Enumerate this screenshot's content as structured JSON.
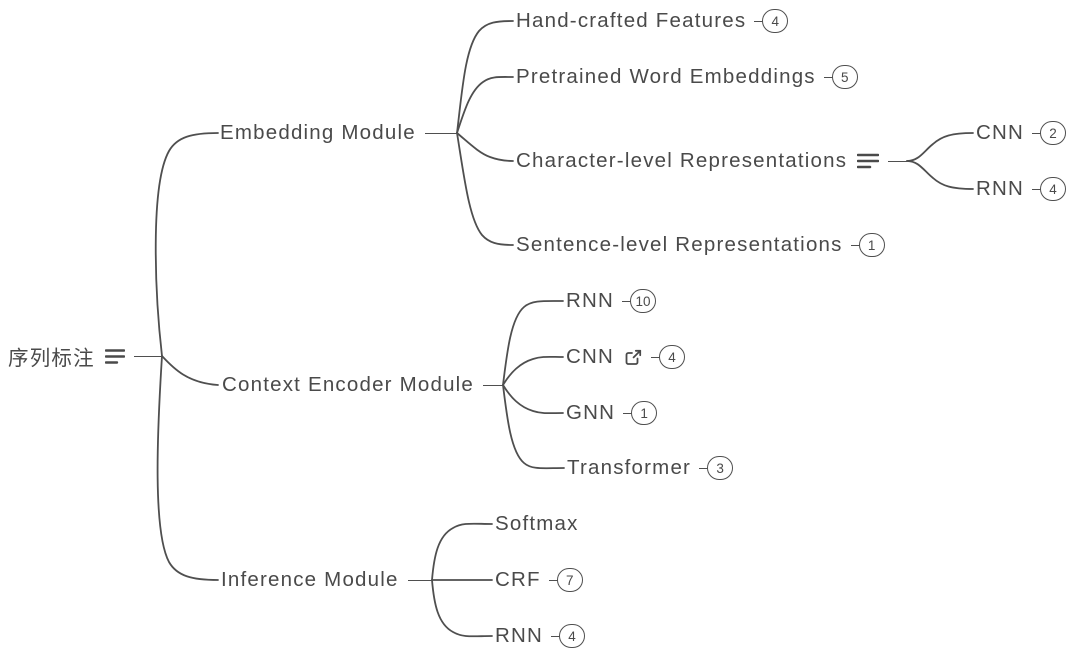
{
  "colors": {
    "background": "#ffffff",
    "text": "#4a4a4a",
    "line": "#4f4f4f"
  },
  "tree": {
    "label": "序列标注",
    "icon": "notes-icon",
    "children": [
      {
        "label": "Embedding Module",
        "children": [
          {
            "label": "Hand-crafted Features",
            "count": "4"
          },
          {
            "label": "Pretrained Word Embeddings",
            "count": "5"
          },
          {
            "label": "Character-level Representations",
            "icon": "notes-icon",
            "children": [
              {
                "label": "CNN",
                "count": "2"
              },
              {
                "label": "RNN",
                "count": "4"
              }
            ]
          },
          {
            "label": "Sentence-level Representations",
            "count": "1"
          }
        ]
      },
      {
        "label": "Context Encoder Module",
        "children": [
          {
            "label": "RNN",
            "count": "10"
          },
          {
            "label": "CNN",
            "count": "4",
            "icon": "external-link-icon"
          },
          {
            "label": "GNN",
            "count": "1"
          },
          {
            "label": "Transformer",
            "count": "3"
          }
        ]
      },
      {
        "label": "Inference Module",
        "children": [
          {
            "label": "Softmax"
          },
          {
            "label": "CRF",
            "count": "7"
          },
          {
            "label": "RNN",
            "count": "4"
          }
        ]
      }
    ]
  }
}
